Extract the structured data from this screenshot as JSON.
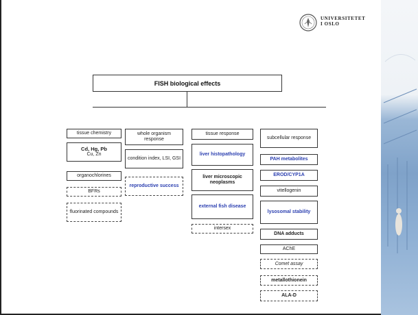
{
  "logo": {
    "line1": "UNIVERSITETET",
    "line2": "I OSLO",
    "seal": "university-seal-icon"
  },
  "title": "FISH biological effects",
  "columns": [
    {
      "items": [
        {
          "text": "tissue chemistry",
          "style": "plain",
          "border": "solid"
        },
        {
          "line1": "Cd, Hg, Pb",
          "line2": "Cu, Zn",
          "style": "bold-first",
          "border": "solid"
        },
        {
          "text": "organochlorines",
          "style": "plain",
          "border": "solid"
        },
        {
          "text": "BFRs",
          "style": "plain",
          "border": "dashed"
        },
        {
          "text": "fluorinated compounds",
          "style": "plain",
          "border": "dashed"
        }
      ]
    },
    {
      "items": [
        {
          "text": "whole organism response",
          "style": "plain",
          "border": "solid"
        },
        {
          "text": "condition index, LSI, GSI",
          "style": "plain",
          "border": "solid"
        },
        {
          "text": "reproductive success",
          "style": "blue",
          "border": "dashed"
        }
      ]
    },
    {
      "items": [
        {
          "text": "tissue response",
          "style": "plain",
          "border": "solid"
        },
        {
          "text": "liver histopathology",
          "style": "blue",
          "border": "solid"
        },
        {
          "text": "liver microscopic neoplasms",
          "style": "bold",
          "border": "solid"
        },
        {
          "text": "external fish disease",
          "style": "blue",
          "border": "solid"
        },
        {
          "text": "intersex",
          "style": "plain",
          "border": "dashed"
        }
      ]
    },
    {
      "items": [
        {
          "text": "subcellular response",
          "style": "plain",
          "border": "solid"
        },
        {
          "text": "PAH metabolites",
          "style": "blue",
          "border": "solid"
        },
        {
          "text": "EROD/CYP1A",
          "style": "blue",
          "border": "solid"
        },
        {
          "text": "vitellogenin",
          "style": "plain",
          "border": "solid"
        },
        {
          "text": "lysosomal stability",
          "style": "blue",
          "border": "solid"
        },
        {
          "text": "DNA adducts",
          "style": "bold",
          "border": "solid"
        },
        {
          "text": "AChE",
          "style": "plain",
          "border": "solid"
        },
        {
          "text": "Comet assay",
          "style": "italic",
          "border": "dashed"
        },
        {
          "text": "metallothionein",
          "style": "bold",
          "border": "dashed"
        },
        {
          "text": "ALA-D",
          "style": "bold",
          "border": "dashed"
        }
      ]
    }
  ]
}
